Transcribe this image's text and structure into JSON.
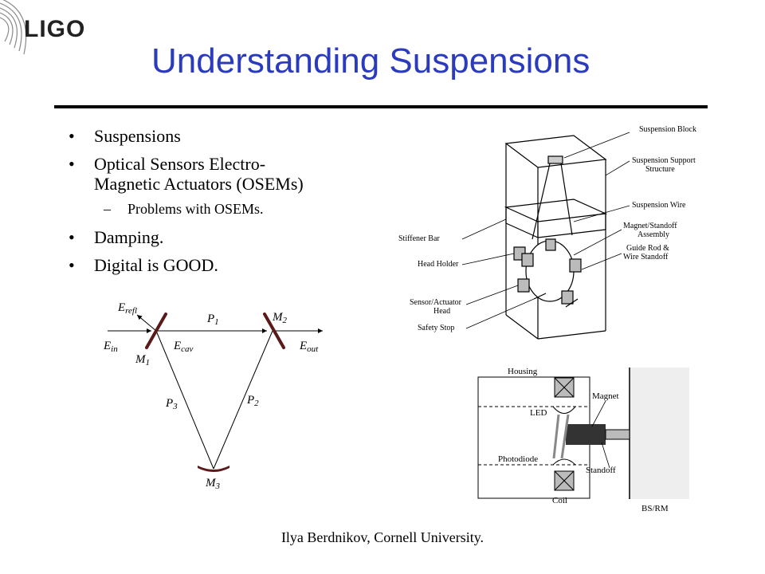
{
  "logo": {
    "text": "LIGO"
  },
  "title": "Understanding Suspensions",
  "bullets": [
    {
      "text": "Suspensions"
    },
    {
      "text": "Optical Sensors Electro-",
      "text2": "Magnetic Actuators (OSEMs)",
      "sub": [
        {
          "text": "Problems with OSEMs."
        }
      ]
    },
    {
      "text": "Damping."
    },
    {
      "text": "Digital is GOOD."
    }
  ],
  "cavity_diagram": {
    "labels": {
      "e_refl": "E",
      "e_refl_sub": "refl",
      "e_in": "E",
      "e_in_sub": "in",
      "e_cav": "E",
      "e_cav_sub": "cav",
      "e_out": "E",
      "e_out_sub": "out",
      "m1": "M",
      "m1_sub": "1",
      "m2": "M",
      "m2_sub": "2",
      "m3": "M",
      "m3_sub": "3",
      "p1": "P",
      "p1_sub": "1",
      "p2": "P",
      "p2_sub": "2",
      "p3": "P",
      "p3_sub": "3"
    },
    "colors": {
      "mirror": "#5a1a1a"
    }
  },
  "suspension_diagram": {
    "labels": {
      "block": "Suspension Block",
      "support_1": "Suspension Support",
      "support_2": "Structure",
      "wire": "Suspension Wire",
      "magnet_1": "Magnet/Standoff",
      "magnet_2": "Assembly",
      "guide_1": "Guide Rod &",
      "guide_2": "Wire Standoff",
      "stiffener": "Stiffener Bar",
      "head_holder": "Head Holder",
      "sensor_1": "Sensor/Actuator",
      "sensor_2": "Head",
      "safety": "Safety Stop"
    }
  },
  "osem_diagram": {
    "labels": {
      "housing": "Housing",
      "magnet": "Magnet",
      "led": "LED",
      "photodiode": "Photodiode",
      "standoff": "Standoff",
      "coil": "Coil",
      "bsrm": "BS/RM"
    }
  },
  "footer": "Ilya Berdnikov, Cornell University."
}
